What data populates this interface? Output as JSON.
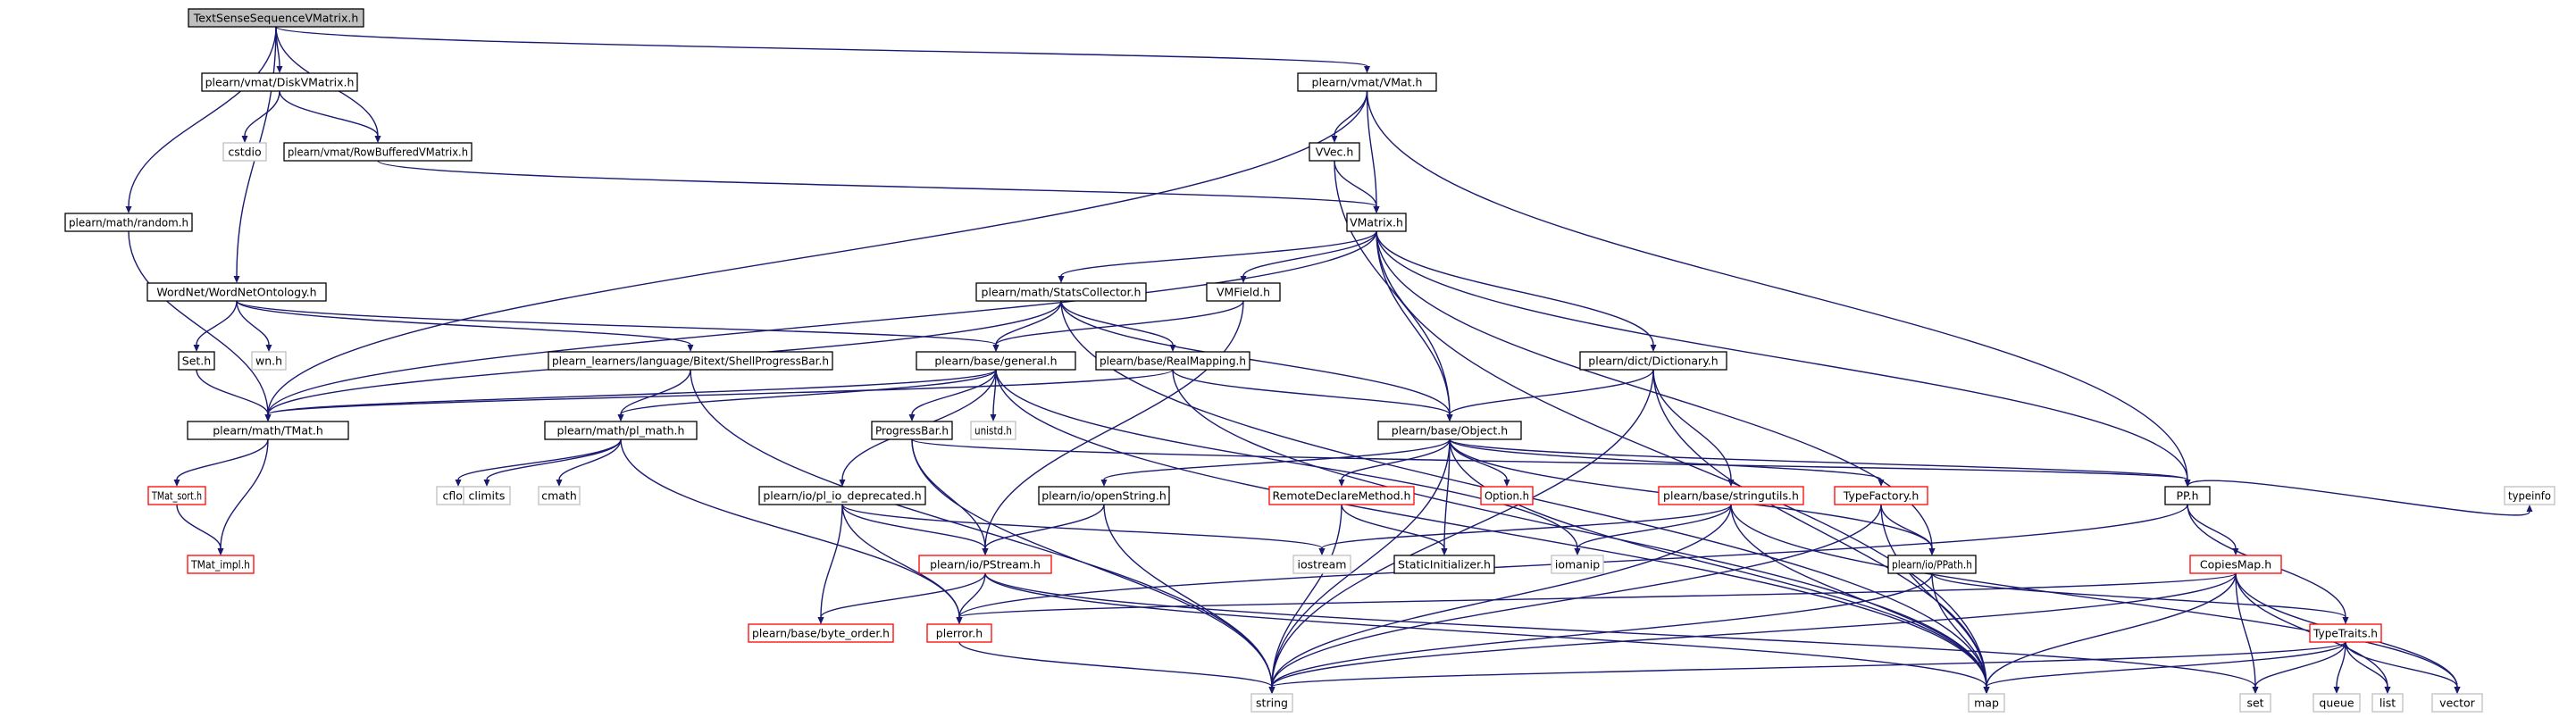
{
  "colors": {
    "edge": "#191970",
    "root_fill": "#bfbfbf",
    "node_border": "#000000",
    "truncated_border": "#ff0000",
    "system_border": "#bfbfbf",
    "system_text": "#808080",
    "text": "#000000"
  },
  "nodes": [
    {
      "id": "root",
      "label": "TextSenseSequenceVMatrix.h",
      "style": "root"
    },
    {
      "id": "diskvm",
      "label": "plearn/vmat/DiskVMatrix.h",
      "style": "normal"
    },
    {
      "id": "vmat",
      "label": "plearn/vmat/VMat.h",
      "style": "normal"
    },
    {
      "id": "cstdio",
      "label": "cstdio",
      "style": "system"
    },
    {
      "id": "rbvm",
      "label": "plearn/vmat/RowBufferedVMatrix.h",
      "style": "normal"
    },
    {
      "id": "vvec",
      "label": "VVec.h",
      "style": "normal"
    },
    {
      "id": "random",
      "label": "plearn/math/random.h",
      "style": "normal"
    },
    {
      "id": "vmatrix",
      "label": "VMatrix.h",
      "style": "normal"
    },
    {
      "id": "wordnet",
      "label": "WordNet/WordNetOntology.h",
      "style": "normal"
    },
    {
      "id": "statscoll",
      "label": "plearn/math/StatsCollector.h",
      "style": "normal"
    },
    {
      "id": "vmfield",
      "label": "VMField.h",
      "style": "normal"
    },
    {
      "id": "seth",
      "label": "Set.h",
      "style": "normal"
    },
    {
      "id": "wnh",
      "label": "wn.h",
      "style": "system"
    },
    {
      "id": "shellprog",
      "label": "plearn_learners/language/Bitext/ShellProgressBar.h",
      "style": "normal"
    },
    {
      "id": "general",
      "label": "plearn/base/general.h",
      "style": "normal"
    },
    {
      "id": "realmap",
      "label": "plearn/base/RealMapping.h",
      "style": "normal"
    },
    {
      "id": "dictionary",
      "label": "plearn/dict/Dictionary.h",
      "style": "normal"
    },
    {
      "id": "tmat",
      "label": "plearn/math/TMat.h",
      "style": "normal"
    },
    {
      "id": "plmath",
      "label": "plearn/math/pl_math.h",
      "style": "normal"
    },
    {
      "id": "progressbar",
      "label": "ProgressBar.h",
      "style": "normal"
    },
    {
      "id": "unistd",
      "label": "unistd.h",
      "style": "system"
    },
    {
      "id": "object",
      "label": "plearn/base/Object.h",
      "style": "normal"
    },
    {
      "id": "tmatsort",
      "label": "TMat_sort.h",
      "style": "truncated"
    },
    {
      "id": "cfloat",
      "label": "cfloat",
      "style": "system"
    },
    {
      "id": "climits",
      "label": "climits",
      "style": "system"
    },
    {
      "id": "cmath",
      "label": "cmath",
      "style": "system"
    },
    {
      "id": "pliodep",
      "label": "plearn/io/pl_io_deprecated.h",
      "style": "normal"
    },
    {
      "id": "openstring",
      "label": "plearn/io/openString.h",
      "style": "normal"
    },
    {
      "id": "remotedecl",
      "label": "RemoteDeclareMethod.h",
      "style": "truncated"
    },
    {
      "id": "optionh",
      "label": "Option.h",
      "style": "truncated"
    },
    {
      "id": "stringutils",
      "label": "plearn/base/stringutils.h",
      "style": "truncated"
    },
    {
      "id": "typefactory",
      "label": "TypeFactory.h",
      "style": "truncated"
    },
    {
      "id": "pph",
      "label": "PP.h",
      "style": "normal"
    },
    {
      "id": "typeinfo",
      "label": "typeinfo",
      "style": "system"
    },
    {
      "id": "tmatimpl",
      "label": "TMat_impl.h",
      "style": "truncated"
    },
    {
      "id": "iostream",
      "label": "iostream",
      "style": "system"
    },
    {
      "id": "staticinit",
      "label": "StaticInitializer.h",
      "style": "normal"
    },
    {
      "id": "iomanip",
      "label": "iomanip",
      "style": "system"
    },
    {
      "id": "pstream",
      "label": "plearn/io/PStream.h",
      "style": "truncated"
    },
    {
      "id": "ppath",
      "label": "plearn/io/PPath.h",
      "style": "normal"
    },
    {
      "id": "copiesmap",
      "label": "CopiesMap.h",
      "style": "truncated"
    },
    {
      "id": "byteorder",
      "label": "plearn/base/byte_order.h",
      "style": "truncated"
    },
    {
      "id": "plerror",
      "label": "plerror.h",
      "style": "truncated"
    },
    {
      "id": "typetraits",
      "label": "TypeTraits.h",
      "style": "truncated"
    },
    {
      "id": "stringsys",
      "label": "string",
      "style": "system"
    },
    {
      "id": "mapsys",
      "label": "map",
      "style": "system"
    },
    {
      "id": "setsys",
      "label": "set",
      "style": "system"
    },
    {
      "id": "queuesys",
      "label": "queue",
      "style": "system"
    },
    {
      "id": "listsys",
      "label": "list",
      "style": "system"
    },
    {
      "id": "vectorsys",
      "label": "vector",
      "style": "system"
    }
  ]
}
